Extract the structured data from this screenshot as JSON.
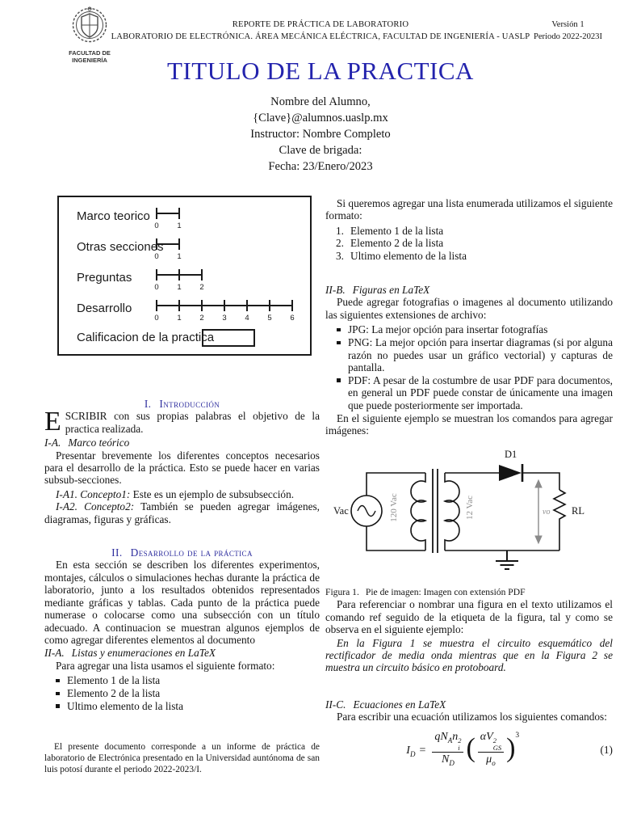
{
  "colors": {
    "title_blue": "#2323ad",
    "heading_blue": "#2e2e9e",
    "ink": "#141414",
    "winding_gray": "#8f8f8f"
  },
  "header": {
    "logo_caption_line1": "FACULTAD DE",
    "logo_caption_line2": "INGENIERÍA",
    "line1": "REPORTE DE PRÁCTICA DE LABORATORIO",
    "line2": "LABORATORIO DE ELECTRÓNICA. ÁREA MECÁNICA ELÉCTRICA, FACULTAD DE INGENIERÍA - UASLP",
    "version": "Versión 1",
    "period": "Periodo 2022-2023I"
  },
  "title": "TITULO DE LA PRACTICA",
  "author": {
    "name": "Nombre del Alumno,",
    "email": "{Clave}@alumnos.uaslp.mx",
    "instructor": "Instructor: Nombre Completo",
    "brigade": "Clave de brigada:",
    "date": "Fecha: 23/Enero/2023"
  },
  "rubric": {
    "rows": [
      {
        "label": "Marco teorico",
        "ticks": [
          "0",
          "1"
        ]
      },
      {
        "label": "Otras secciones",
        "ticks": [
          "0",
          "1"
        ]
      },
      {
        "label": "Preguntas",
        "ticks": [
          "0",
          "1",
          "2"
        ]
      },
      {
        "label": "Desarrollo",
        "ticks": [
          "0",
          "1",
          "2",
          "3",
          "4",
          "5",
          "6"
        ]
      }
    ],
    "grade_label": "Calificacion de la practica"
  },
  "left": {
    "sec1": {
      "num": "I.",
      "title": "Introducción"
    },
    "intro_dropcap": "E",
    "intro_rest": "SCRIBIR con sus propias palabras el objetivo de la practica realizada.",
    "subsecA": {
      "num": "I-A.",
      "title": "Marco teórico"
    },
    "pA": "Presentar brevemente los diferentes conceptos necesarios para el desarrollo de la práctica. Esto se puede hacer en varias subsub-secciones.",
    "ssA1_label": "I-A1. Concepto1:",
    "ssA1_text": "Este es un ejemplo de subsubsección.",
    "ssA2_label": "I-A2. Concepto2:",
    "ssA2_text": "También se pueden agregar imágenes, diagramas, figuras y gráficas.",
    "sec2": {
      "num": "II.",
      "title": "Desarrollo de la práctica"
    },
    "p2": "En esta sección se describen los diferentes experimentos, montajes, cálculos o simulaciones hechas durante la práctica de laboratorio, junto a los resultados obtenidos representados mediante gráficas y tablas. Cada punto de la práctica puede numerase o colocarse como una subsección con un título adecuado. A continuacion se muestran algunos ejemplos de como agregar diferentes elementos al documento",
    "subsecIIA": {
      "num": "II-A.",
      "title": "Listas y enumeraciones en LaTeX"
    },
    "p3": "Para agregar una lista usamos el siguiente formato:",
    "bullets": [
      "Elemento 1 de la lista",
      "Elemento 2 de la lista",
      "Ultimo elemento de la lista"
    ],
    "footnote": "El presente documento corresponde a un informe de práctica de laboratorio de Electrónica presentado en la Universidad auntónoma de san luis potosí durante el periodo 2022-2023/I."
  },
  "right": {
    "p1": "Si queremos agregar una lista enumerada utilizamos el siguiente formato:",
    "enum": [
      "Elemento 1 de la lista",
      "Elemento 2 de la lista",
      "Ultimo elemento de la lista"
    ],
    "subsecIIB": {
      "num": "II-B.",
      "title": "Figuras en LaTeX"
    },
    "p2": "Puede agregar fotografias o imagenes al documento utilizando las siguientes extensiones de archivo:",
    "bullets": [
      "JPG: La mejor opción para insertar fotografías",
      "PNG: La mejor opción para insertar diagramas (si por alguna razón no puedes usar un gráfico vectorial) y capturas de pantalla.",
      "PDF: A pesar de la costumbre de usar PDF para documentos, en general un PDF puede constar de únicamente una imagen que puede posteriormente ser importada."
    ],
    "p3": "En el siguiente ejemplo se muestran los comandos para agregar imágenes:",
    "figure": {
      "d1": "D1",
      "vac": "Vac",
      "primary": "120 Vac",
      "secondary": "12 Vac",
      "vo": "vo",
      "rl": "RL",
      "caption_label": "Figura 1.",
      "caption_text": "Pie de imagen: Imagen con extensión PDF"
    },
    "p4": "Para referenciar o nombrar una figura en el texto utilizamos el comando ref seguido de la etiqueta de la figura, tal y como se observa en el siguiente ejemplo:",
    "example": "En la Figura 1 se muestra el circuito esquemático del rectificador de media onda mientras que en la Figura 2 se muestra un circuito básico en protoboard.",
    "subsecIIC": {
      "num": "II-C.",
      "title": "Ecuaciones en LaTeX"
    },
    "p5": "Para escribir una ecuación utilizamos los siguientes comandos:",
    "equation": {
      "lhs": "I",
      "lhs_sub": "D",
      "rel": "=",
      "f1": {
        "n1": "qN",
        "n1_sub": "A",
        "n2": "n",
        "n2_sub": "i",
        "n2_sup": "2",
        "d1": "N",
        "d1_sub": "D"
      },
      "lp": "(",
      "rp": ")",
      "f2": {
        "n1": "αV",
        "n1_sub": "GS",
        "n1_sup": "2",
        "d1": "μ",
        "d1_sub": "o"
      },
      "exp": "3",
      "tag": "(1)"
    }
  }
}
